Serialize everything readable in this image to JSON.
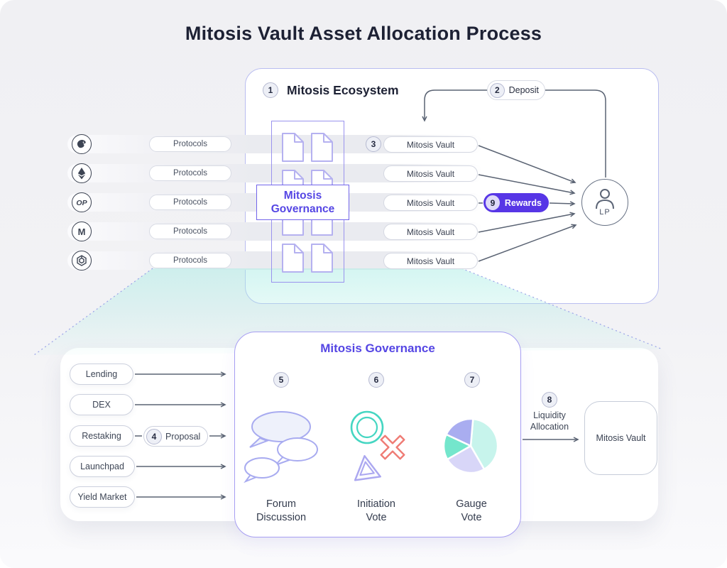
{
  "title": "Mitosis Vault Asset Allocation Process",
  "colors": {
    "accent_purple": "#5546e4",
    "rewards_bg": "#5736e6",
    "teal_ring": "#45d6c2",
    "red_cross": "#ef7b74",
    "arrow_gray": "#5a6373",
    "pie_pale_aqua": "#c7f4ec",
    "pie_lavender": "#d8d6f8",
    "pie_mint": "#74e6cc",
    "pie_periwinkle": "#a9adf0"
  },
  "ecosystem": {
    "step_num": "1",
    "heading": "Mitosis Ecosystem",
    "deposit": {
      "num": "2",
      "label": "Deposit"
    },
    "vault_step_num": "3",
    "protocols_label": "Protocols",
    "chains": [
      {
        "icon": "bird-chain-icon"
      },
      {
        "icon": "ethereum-icon"
      },
      {
        "icon": "optimism-icon",
        "text": "OP"
      },
      {
        "icon": "m-chain-icon",
        "text": "M"
      },
      {
        "icon": "hex-spiral-chain-icon"
      }
    ],
    "vaults": [
      "Mitosis Vault",
      "Mitosis Vault",
      "Mitosis Vault",
      "Mitosis Vault",
      "Mitosis Vault"
    ],
    "governance_label_line1": "Mitosis",
    "governance_label_line2": "Governance",
    "rewards": {
      "num": "9",
      "label": "Rewards"
    },
    "lp_label": "LP"
  },
  "governance": {
    "title": "Mitosis Governance",
    "categories": [
      "Lending",
      "DEX",
      "Restaking",
      "Launchpad",
      "Yield Market"
    ],
    "proposal": {
      "num": "4",
      "label": "Proposal"
    },
    "steps": [
      {
        "num": "5",
        "label_line1": "Forum",
        "label_line2": "Discussion"
      },
      {
        "num": "6",
        "label_line1": "Initiation",
        "label_line2": "Vote"
      },
      {
        "num": "7",
        "label_line1": "Gauge",
        "label_line2": "Vote"
      }
    ],
    "allocation": {
      "num": "8",
      "label_line1": "Liquidity",
      "label_line2": "Allocation"
    },
    "vault_box_label": "Mitosis Vault"
  }
}
